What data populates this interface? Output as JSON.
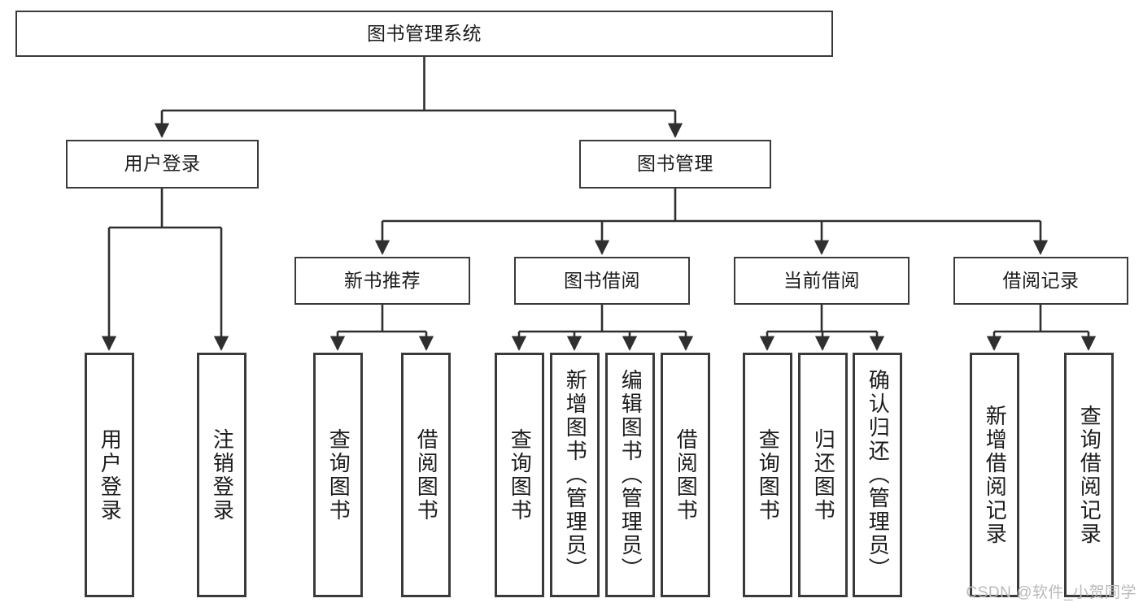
{
  "diagram": {
    "title": "图书管理系统",
    "type": "functional-structure-tree",
    "root": {
      "label": "图书管理系统"
    },
    "level2": [
      {
        "label": "用户登录"
      },
      {
        "label": "图书管理"
      }
    ],
    "level3": [
      {
        "label": "新书推荐"
      },
      {
        "label": "图书借阅"
      },
      {
        "label": "当前借阅"
      },
      {
        "label": "借阅记录"
      }
    ],
    "leaves": {
      "user_login": [
        {
          "label": "用户登录"
        },
        {
          "label": "注销登录"
        }
      ],
      "new_book_recommend": [
        {
          "label": "查询图书"
        },
        {
          "label": "借阅图书"
        }
      ],
      "book_borrow": [
        {
          "label": "查询图书"
        },
        {
          "label": "新增图书（管理员）"
        },
        {
          "label": "编辑图书（管理员）"
        },
        {
          "label": "借阅图书"
        }
      ],
      "current_borrow": [
        {
          "label": "查询图书"
        },
        {
          "label": "归还图书"
        },
        {
          "label": "确认归还（管理员）"
        }
      ],
      "borrow_record": [
        {
          "label": "新增借阅记录"
        },
        {
          "label": "查询借阅记录"
        }
      ]
    }
  },
  "watermark": {
    "text": "CSDN @软件_小贺同学"
  },
  "colors": {
    "border": "#3a3a3a",
    "text": "#1b1b1b",
    "background": "#ffffff",
    "connector": "#2f2f2f",
    "watermark": "#b9b9b9"
  }
}
